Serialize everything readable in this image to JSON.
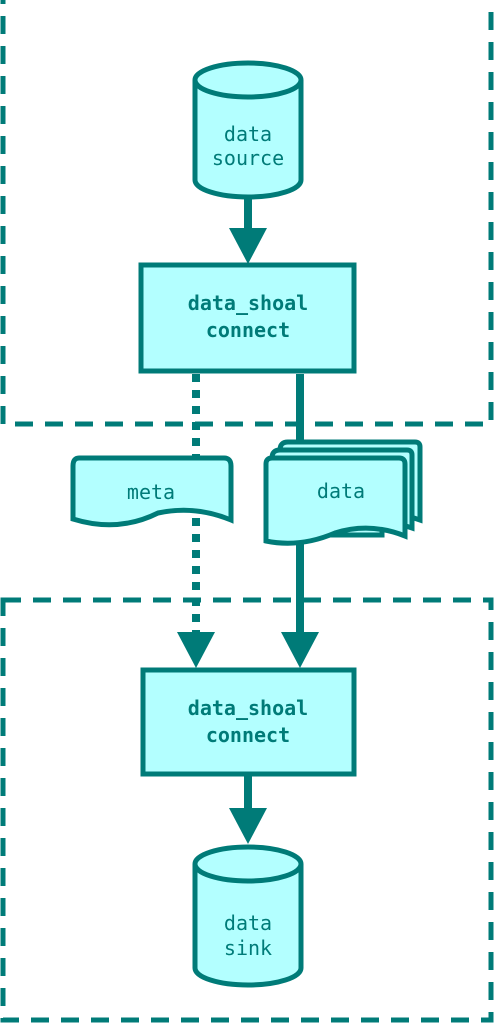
{
  "nodes": {
    "source": {
      "line1": "data",
      "line2": "source"
    },
    "connect_top": {
      "line1": "data_shoal",
      "line2": "connect"
    },
    "meta_doc": {
      "label": "meta"
    },
    "data_docs": {
      "label": "data"
    },
    "connect_bottom": {
      "line1": "data_shoal",
      "line2": "connect"
    },
    "sink": {
      "line1": "data",
      "line2": "sink"
    }
  },
  "colors": {
    "stroke": "#007b78",
    "fill": "#b3ffff",
    "background": "#ffffff"
  }
}
